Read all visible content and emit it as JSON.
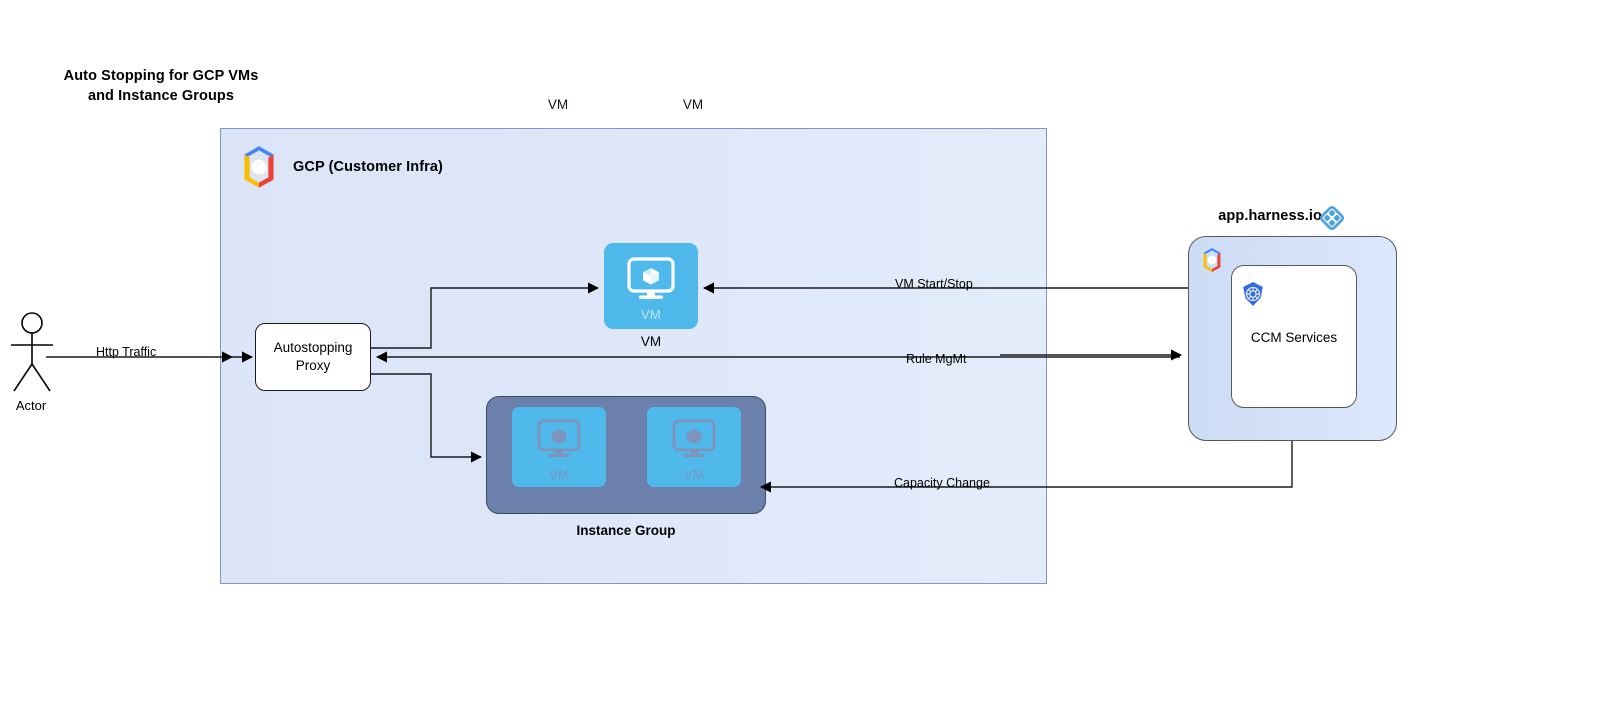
{
  "title": {
    "text": "Auto Stopping for GCP VMs\nand Instance Groups"
  },
  "actor": {
    "label": "Actor",
    "icon": "actor-stick-figure-icon"
  },
  "gcp_container": {
    "label": "GCP (Customer Infra)",
    "logo": "gcp-logo-icon",
    "border_color": "#8097c4",
    "fill_color": "#dde7f8"
  },
  "proxy": {
    "label": "Autostopping\nProxy"
  },
  "vm_node": {
    "inner_label": "VM",
    "caption": "VM",
    "icon": "vm-monitor-cube-icon",
    "color": "#4fb9eb"
  },
  "instance_group": {
    "caption": "Instance Group",
    "color": "#6b80ab",
    "vms": [
      {
        "inner_label": "VM",
        "caption": "VM",
        "icon": "vm-monitor-cube-icon"
      },
      {
        "inner_label": "VM",
        "caption": "VM",
        "icon": "vm-monitor-cube-icon"
      }
    ]
  },
  "harness": {
    "title": "app.harness.io",
    "logo": "harness-diamond-logo-icon",
    "gcp_logo": "gcp-logo-icon",
    "panel_color": "#d6e2f8",
    "service": {
      "label": "CCM Services",
      "icon": "kubernetes-helm-icon"
    }
  },
  "edges": [
    {
      "label": "Http Traffic",
      "from": "actor",
      "to": "proxy"
    },
    {
      "label": "VM Start/Stop",
      "from": "harness",
      "to": "vm_node"
    },
    {
      "label": "Rule MgMt",
      "from": "harness",
      "to": "proxy"
    },
    {
      "label": "Capacity Change",
      "from": "harness",
      "to": "instance_group"
    }
  ]
}
